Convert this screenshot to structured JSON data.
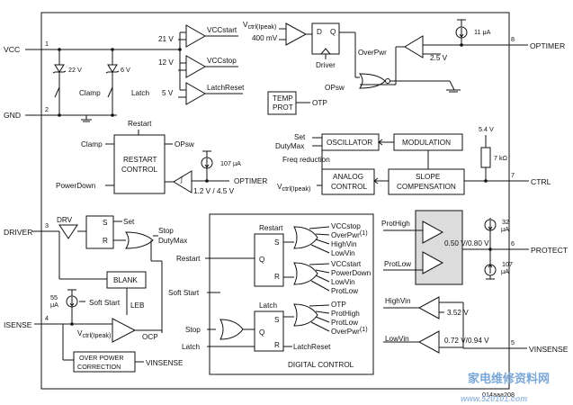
{
  "pins": {
    "vcc": {
      "name": "VCC",
      "num": "1"
    },
    "gnd": {
      "name": "GND",
      "num": "2"
    },
    "driver": {
      "name": "DRIVER",
      "num": "3"
    },
    "isense": {
      "name": "ISENSE",
      "num": "4"
    },
    "vinsense": {
      "name": "VINSENSE",
      "num": "5"
    },
    "protect": {
      "name": "PROTECT",
      "num": "6"
    },
    "ctrl": {
      "name": "CTRL",
      "num": "7"
    },
    "optimer": {
      "name": "OPTIMER",
      "num": "8"
    }
  },
  "zener": {
    "z1": "22 V",
    "z2": "6 V",
    "clamp": "Clamp",
    "latch": "Latch"
  },
  "vcc_comparators": {
    "v21": "21 V",
    "vccstart": "VCCstart",
    "v12": "12 V",
    "vccstop": "VCCstop",
    "v5": "5 V",
    "latchreset": "LatchReset"
  },
  "top_right": {
    "vctrl": "V",
    "vctrl_sub": "ctrl(Ipeak)",
    "v400": "400 mV",
    "latch_d": "D",
    "latch_q": "Q",
    "driver": "Driver",
    "i11": "11 μA",
    "overpwr": "OverPwr",
    "v25": "2.5 V",
    "opsw": "OPsw"
  },
  "temp": {
    "line1": "TEMP",
    "line2": "PROT",
    "otp": "OTP"
  },
  "restart_block": {
    "restart": "Restart",
    "clamp": "Clamp",
    "opsw": "OPsw",
    "title1": "RESTART",
    "title2": "CONTROL",
    "powerdown": "PowerDown",
    "i107": "107 μA",
    "v12_45": "1.2 V / 4.5 V",
    "optimer": "OPTIMER"
  },
  "osc": {
    "set": "Set",
    "dutymax": "DutyMax",
    "oscillator": "OSCILLATOR",
    "modulation": "MODULATION",
    "freqred": "Freq reduction",
    "analog1": "ANALOG",
    "analog2": "CONTROL",
    "vctrl": "V",
    "vctrl_sub": "ctrl(Ipeak)",
    "slope1": "SLOPE",
    "slope2": "COMPENSATION",
    "v54": "5.4 V",
    "r7k": "7 kΩ"
  },
  "driver_block": {
    "drv": "DRV",
    "s": "S",
    "r": "R",
    "set": "Set",
    "stop": "Stop",
    "dutymax": "DutyMax",
    "blank": "BLANK",
    "leb": "LEB",
    "i55a": "55",
    "i55b": "μA",
    "softstart": "Soft Start",
    "vctrl": "V",
    "vctrl_sub": "ctrl(Ipeak)",
    "ocp": "OCP",
    "opc1": "OVER POWER",
    "opc2": "CORRECTION",
    "vinsense": "VINSENSE"
  },
  "digital": {
    "title": "DIGITAL CONTROL",
    "restart_in": "Restart",
    "softstart_in": "Soft Start",
    "stop_in": "Stop",
    "latch_out": "Latch",
    "restart_label": "Restart",
    "latch_label": "Latch",
    "s": "S",
    "q": "Q",
    "r": "R",
    "set_inputs": [
      "VCCstop",
      "OverPwr",
      "HighVin",
      "LowVin"
    ],
    "reset_inputs": [
      "VCCstart",
      "PowerDown",
      "LowVin",
      "ProtLow"
    ],
    "latch_inputs": [
      "OTP",
      "ProtHigh",
      "ProtLow",
      "OverPwr"
    ],
    "latchreset": "LatchReset",
    "footnote": "(1)"
  },
  "protect_block": {
    "prothigh": "ProtHigh",
    "protlow": "ProtLow",
    "i32a": "32",
    "i32b": "μA",
    "i107a": "107",
    "i107b": "μA",
    "v050": "0.50 V/0.80 V"
  },
  "vin_block": {
    "highvin": "HighVin",
    "v352": "3.52 V",
    "lowvin": "LowVin",
    "v072": "0.72 V/0.94 V"
  },
  "figure_id": "014aaa208",
  "watermark": {
    "cn": "家电维修资料网",
    "url": "www.520101.com"
  }
}
